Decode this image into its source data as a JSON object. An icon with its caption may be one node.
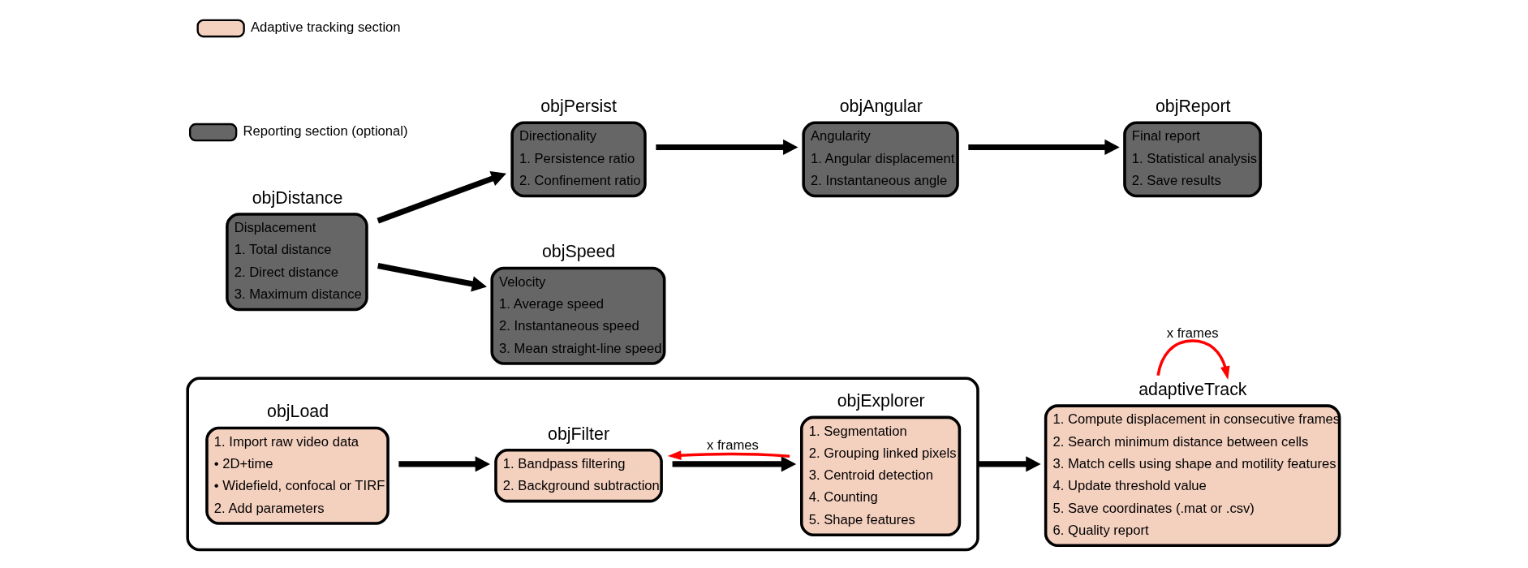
{
  "diagram": {
    "nodes": [
      {
        "text": [],
        "shape": "box"
      },
      {
        "text": [
          "objLoad",
          "1. Import raw video data",
          "• 2D+time",
          "• Widefield, confocal or TIRF",
          "2. Add parameters"
        ],
        "in": 0
      },
      {
        "text": [
          "objFilter",
          "1. Bandpass filtering",
          "2. Background subtraction"
        ],
        "in": 0
      },
      {
        "text": [
          "objExplorer",
          "1. Segmentation",
          "2. Grouping linked pixels",
          "3. Centroid detection",
          "4. Counting",
          "5. Shape features"
        ],
        "in": 0
      },
      {
        "text": [
          "adaptiveTrack",
          "1. Compute displacement in consecutive frames",
          "2. Search minimum distance between cells",
          "3. Match cells using shape and motility features",
          "4. Update threshold value",
          "5. Save coordinates (.mat or .csv)",
          "6. Quality report"
        ]
      },
      {
        "text": [
          "objDistance",
          "Displacement",
          "1. Total distance",
          "2. Direct distance",
          "3. Maximum distance"
        ]
      },
      {
        "text": [
          "objPersist",
          "Directionality",
          "1. Persistence ratio",
          "2. Confinement ratio"
        ]
      },
      {
        "text": [
          "objSpeed",
          "Velocity",
          "1. Average speed",
          "2. Instantaneous speed",
          "3. Mean straight-line speed"
        ]
      },
      {
        "text": [
          "objAngular",
          "Angularity",
          "1. Angular displacement",
          "2. Instantaneous angle"
        ]
      },
      {
        "text": [
          "objReport",
          "Final report",
          "1. Statistical analysis",
          "2. Save results"
        ]
      }
    ],
    "edges": [
      {
        "from": 1,
        "to": 2,
        "arrow": "to"
      },
      {
        "from": 2,
        "to": 3,
        "arrow": "to"
      },
      {
        "from": 3,
        "to": 2,
        "arrow": "to",
        "label": "x frames",
        "color": "#ff0000"
      },
      {
        "from": 0,
        "to": 4,
        "arrow": "to"
      },
      {
        "from": 4,
        "to": 4,
        "arrow": "to",
        "label": "x frames",
        "color": "#ff0000"
      },
      {
        "from": 5,
        "to": 6,
        "arrow": "to"
      },
      {
        "from": 5,
        "to": 7,
        "arrow": "to"
      },
      {
        "from": 6,
        "to": 8,
        "arrow": "to"
      },
      {
        "from": 8,
        "to": 9,
        "arrow": "to"
      }
    ],
    "legend": [
      {
        "text": "Adaptive tracking section",
        "color": "#f4d0bf"
      },
      {
        "text": "Reporting section (optional)",
        "color": "#666666"
      }
    ]
  }
}
